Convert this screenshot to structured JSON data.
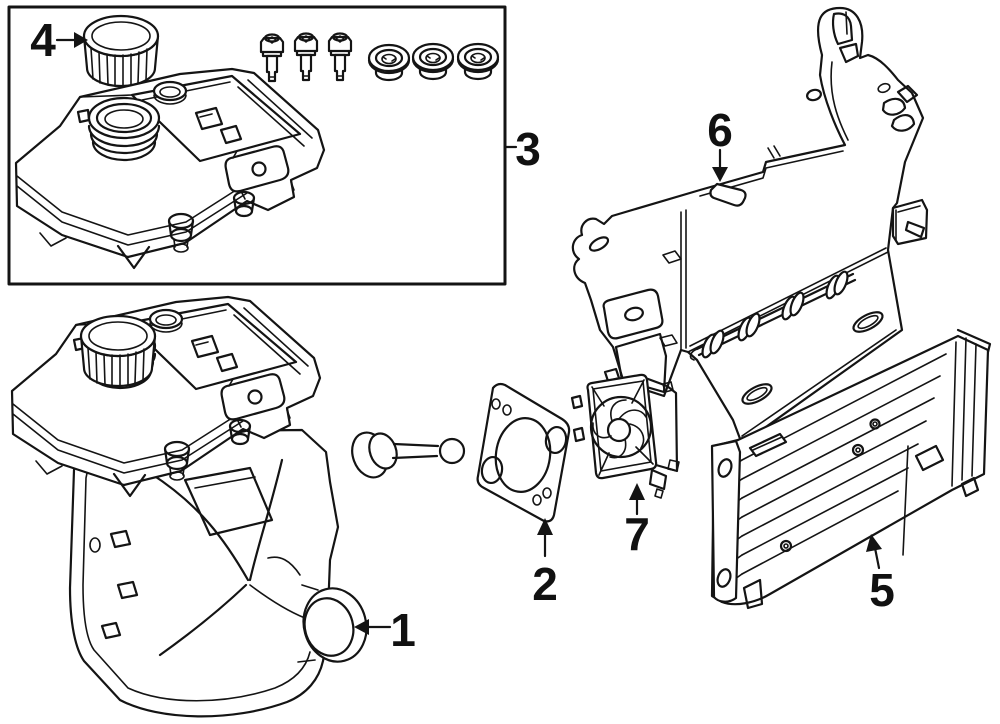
{
  "canvas": {
    "background": "#ffffff",
    "ink": "#141414"
  },
  "callouts": [
    {
      "label": "1",
      "part_name": "brake-booster-master-cylinder-assembly"
    },
    {
      "label": "2",
      "part_name": "mounting-gasket"
    },
    {
      "label": "3",
      "part_name": "reservoir-hardware-kit-inset"
    },
    {
      "label": "4",
      "part_name": "reservoir-cap"
    },
    {
      "label": "5",
      "part_name": "control-module"
    },
    {
      "label": "6",
      "part_name": "mounting-bracket"
    },
    {
      "label": "7",
      "part_name": "pump-motor"
    }
  ]
}
